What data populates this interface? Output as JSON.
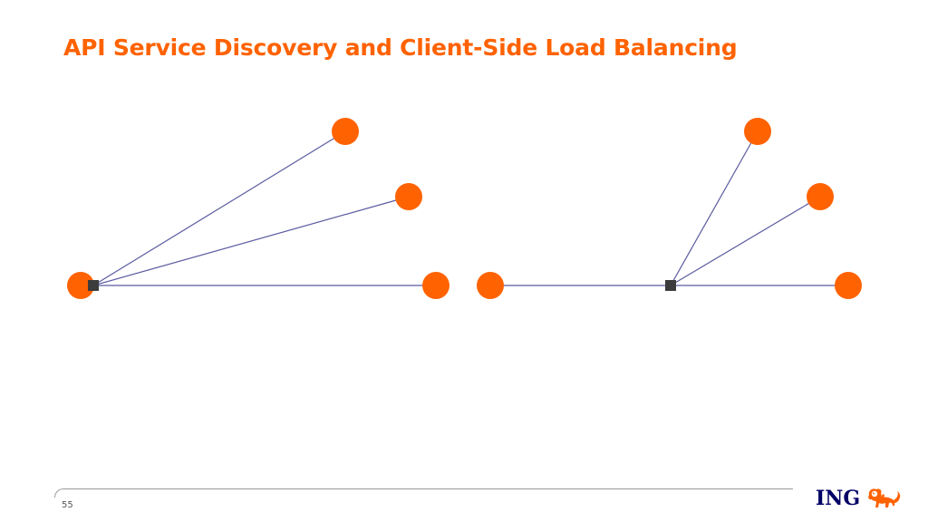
{
  "slide": {
    "title": "API Service Discovery and Client-Side Load Balancing",
    "page_number": "55"
  },
  "brand": {
    "logo_text": "ING",
    "accent_color": "#FF6200",
    "logo_text_color": "#000066",
    "line_color": "#5A5AA0",
    "hub_color": "#3C3C3C"
  },
  "diagram": {
    "left_group": {
      "source_node": "orange-circle",
      "hub": "dark-square",
      "targets": [
        "orange-circle",
        "orange-circle",
        "orange-circle"
      ]
    },
    "right_group": {
      "source_node": "orange-circle",
      "hub": "dark-square",
      "targets": [
        "orange-circle",
        "orange-circle",
        "orange-circle"
      ]
    }
  }
}
